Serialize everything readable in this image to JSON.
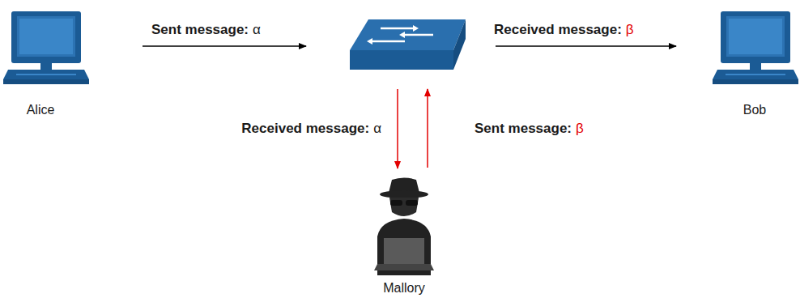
{
  "diagram": {
    "nodes": [
      {
        "text": [
          "Alice"
        ]
      },
      {
        "text": [
          "Bob"
        ]
      },
      {
        "text": [
          "Mallory"
        ]
      }
    ],
    "labels": [
      "Sent message:",
      "α",
      "Received message:",
      "β",
      "Received message:",
      "α",
      "Sent message:",
      "β"
    ]
  }
}
